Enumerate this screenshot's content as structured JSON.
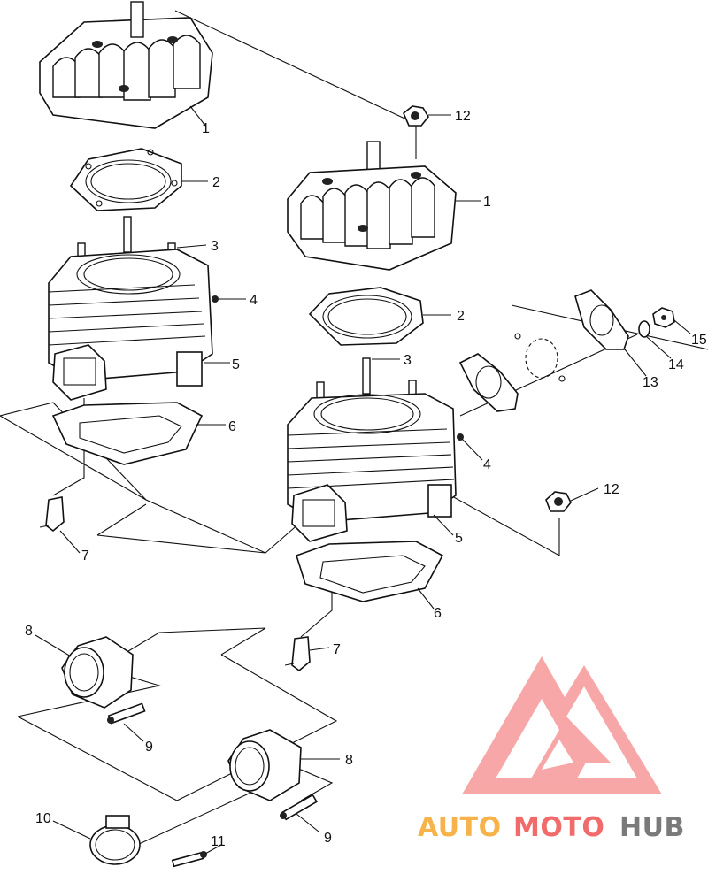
{
  "callouts": {
    "head_left": "1",
    "head_right": "1",
    "gasket_left": "2",
    "gasket_right": "2",
    "stud_left": "3",
    "stud_right": "3",
    "plug_left": "4",
    "plug_right": "4",
    "cylinder_left": "5",
    "cylinder_right": "5",
    "base_gasket_left": "6",
    "base_gasket_right": "6",
    "fitting_left": "7",
    "fitting_right": "7",
    "intake_upper": "8",
    "intake_lower": "8",
    "screw_upper": "9",
    "screw_lower": "9",
    "clamp": "10",
    "clamp_screw": "11",
    "nut_top": "12",
    "nut_right": "12",
    "exhaust_gasket": "13",
    "washer": "14",
    "exhaust_nut": "15"
  },
  "watermark": {
    "part1": "AUTO",
    "part2": "MOTO",
    "part3": "HUB",
    "color_main": "#f26b6b",
    "color_light": "#f7b24a",
    "color_dark": "#7a7a7a"
  }
}
